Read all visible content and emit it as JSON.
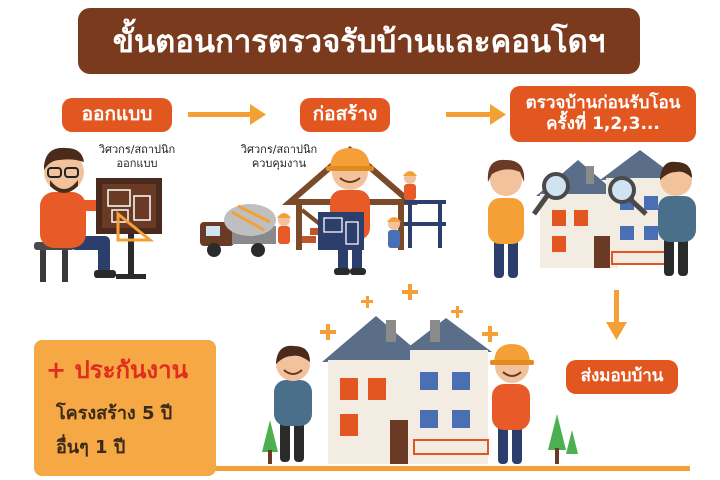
{
  "title": "ขั้นตอนการตรวจรับบ้านและคอนโดฯ",
  "steps": {
    "design": {
      "label": "ออกแบบ",
      "caption_line1": "วิศวกร/สถาปนิก",
      "caption_line2": "ออกแบบ"
    },
    "build": {
      "label": "ก่อสร้าง",
      "caption_line1": "วิศวกร/สถาปนิก",
      "caption_line2": "ควบคุมงาน"
    },
    "inspect": {
      "label_line1": "ตรวจบ้านก่อนรับโอน",
      "label_line2": "ครั้งที่ 1,2,3..."
    },
    "handover": {
      "label": "ส่งมอบบ้าน"
    }
  },
  "warranty": {
    "title": "+ ประกันงาน",
    "structure": "โครงสร้าง 5 ปี",
    "other": "อื่นๆ 1 ปี"
  },
  "colors": {
    "title_bg": "#7a3a1e",
    "step_bg": "#e25620",
    "arrow": "#f4a037",
    "warranty_bg": "#f5a843",
    "warranty_title": "#e02d20"
  }
}
